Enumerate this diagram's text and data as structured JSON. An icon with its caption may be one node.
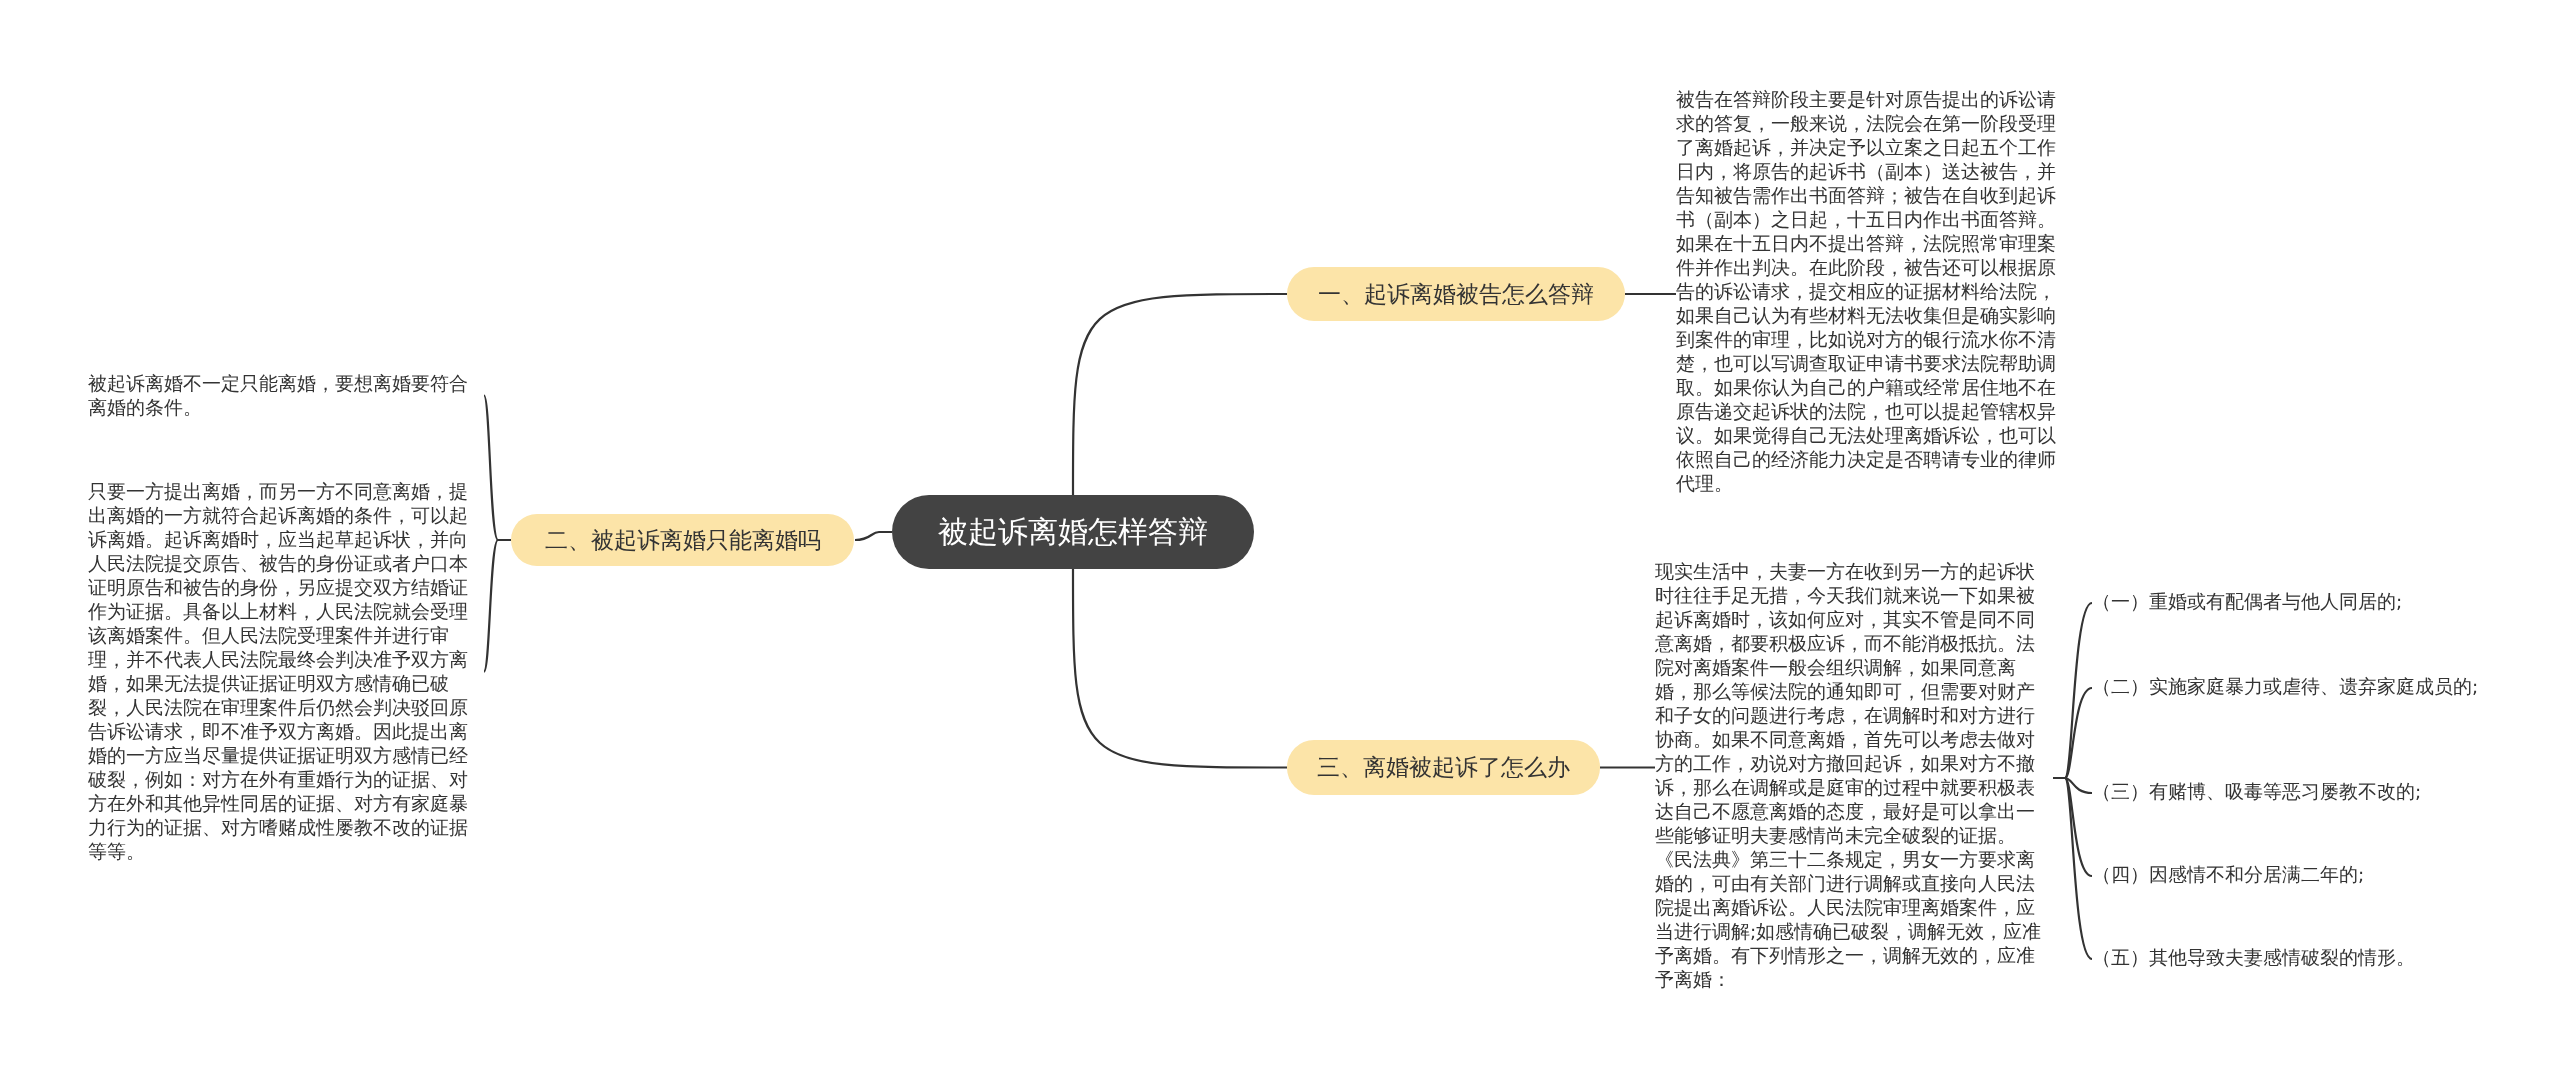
{
  "diagram": {
    "nodes": [
      {
        "text": [
          "被起诉离婚怎样答辩"
        ]
      },
      {
        "text": [
          "一、起诉离婚被告怎么答辩"
        ]
      },
      {
        "text": [
          "被告在答辩阶段主要是针对原告提出的诉讼请求的答复，一般来说，法院会在第一阶段受理了离婚起诉，并决定予以立案之日起五个工作日内，将原告的起诉书（副本）送达被告，并告知被告需作出书面答辩；被告在自收到起诉书（副本）之日起，十五日内作出书面答辩。如果在十五日内不提出答辩，法院照常审理案件并作出判决。在此阶段，被告还可以根据原告的诉讼请求，提交相应的证据材料给法院，如果自己认为有些材料无法收集但是确实影响到案件的审理，比如说对方的银行流水你不清楚，也可以写调查取证申请书要求法院帮助调取。如果你认为自己的户籍或经常居住地不在原告递交起诉状的法院，也可以提起管辖权异议。如果觉得自己无法处理离婚诉讼，也可以依照自己的经济能力决定是否聘请专业的律师代理。"
        ]
      },
      {
        "text": [
          "二、被起诉离婚只能离婚吗"
        ]
      },
      {
        "text": [
          "被起诉离婚不一定只能离婚，要想离婚要符合离婚的条件。"
        ]
      },
      {
        "text": [
          "只要一方提出离婚，而另一方不同意离婚，提出离婚的一方就符合起诉离婚的条件，可以起诉离婚。起诉离婚时，应当起草起诉状，并向人民法院提交原告、被告的身份证或者户口本证明原告和被告的身份，另应提交双方结婚证作为证据。具备以上材料，人民法院就会受理该离婚案件。但人民法院受理案件并进行审理，并不代表人民法院最终会判决准予双方离婚，如果无法提供证据证明双方感情确已破裂，人民法院在审理案件后仍然会判决驳回原告诉讼请求，即不准予双方离婚。因此提出离婚的一方应当尽量提供证据证明双方感情已经破裂，例如：对方在外有重婚行为的证据、对方在外和其他异性同居的证据、对方有家庭暴力行为的证据、对方嗜赌成性屡教不改的证据等等。"
        ]
      },
      {
        "text": [
          "三、离婚被起诉了怎么办"
        ]
      },
      {
        "text": [
          "现实生活中，夫妻一方在收到另一方的起诉状时往往手足无措，今天我们就来说一下如果被起诉离婚时，该如何应对，其实不管是同不同意离婚，都要积极应诉，而不能消极抵抗。法院对离婚案件一般会组织调解，如果同意离婚，那么等候法院的通知即可，但需要对财产和子女的问题进行考虑，在调解时和对方进行协商。如果不同意离婚，首先可以考虑去做对方的工作，劝说对方撤回起诉，如果对方不撤诉，那么在调解或是庭审的过程中就要积极表达自己不愿意离婚的态度，最好是可以拿出一些能够证明夫妻感情尚未完全破裂的证据。《民法典》第三十二条规定，男女一方要求离婚的，可由有关部门进行调解或直接向人民法院提出离婚诉讼。人民法院审理离婚案件，应当进行调解;如感情确已破裂，调解无效，应准予离婚。有下列情形之一，调解无效的，应准予离婚："
        ]
      },
      {
        "text": [
          "（一）重婚或有配偶者与他人同居的;"
        ]
      },
      {
        "text": [
          "（二）实施家庭暴力或虐待、遗弃家庭成员的;"
        ]
      },
      {
        "text": [
          "（三）有赌博、吸毒等恶习屡教不改的;"
        ]
      },
      {
        "text": [
          "（四）因感情不和分居满二年的;"
        ]
      },
      {
        "text": [
          "（五）其他导致夫妻感情破裂的情形。"
        ]
      }
    ],
    "edges": [
      {
        "from": 0,
        "to": 1,
        "arrow": "none"
      },
      {
        "from": 1,
        "to": 2,
        "arrow": "none"
      },
      {
        "from": 0,
        "to": 3,
        "arrow": "none"
      },
      {
        "from": 3,
        "to": 4,
        "arrow": "none"
      },
      {
        "from": 3,
        "to": 5,
        "arrow": "none"
      },
      {
        "from": 0,
        "to": 6,
        "arrow": "none"
      },
      {
        "from": 6,
        "to": 7,
        "arrow": "none"
      },
      {
        "from": 7,
        "to": 8,
        "arrow": "none"
      },
      {
        "from": 7,
        "to": 9,
        "arrow": "none"
      },
      {
        "from": 7,
        "to": 10,
        "arrow": "none"
      },
      {
        "from": 7,
        "to": 11,
        "arrow": "none"
      },
      {
        "from": 7,
        "to": 12,
        "arrow": "none"
      }
    ]
  }
}
